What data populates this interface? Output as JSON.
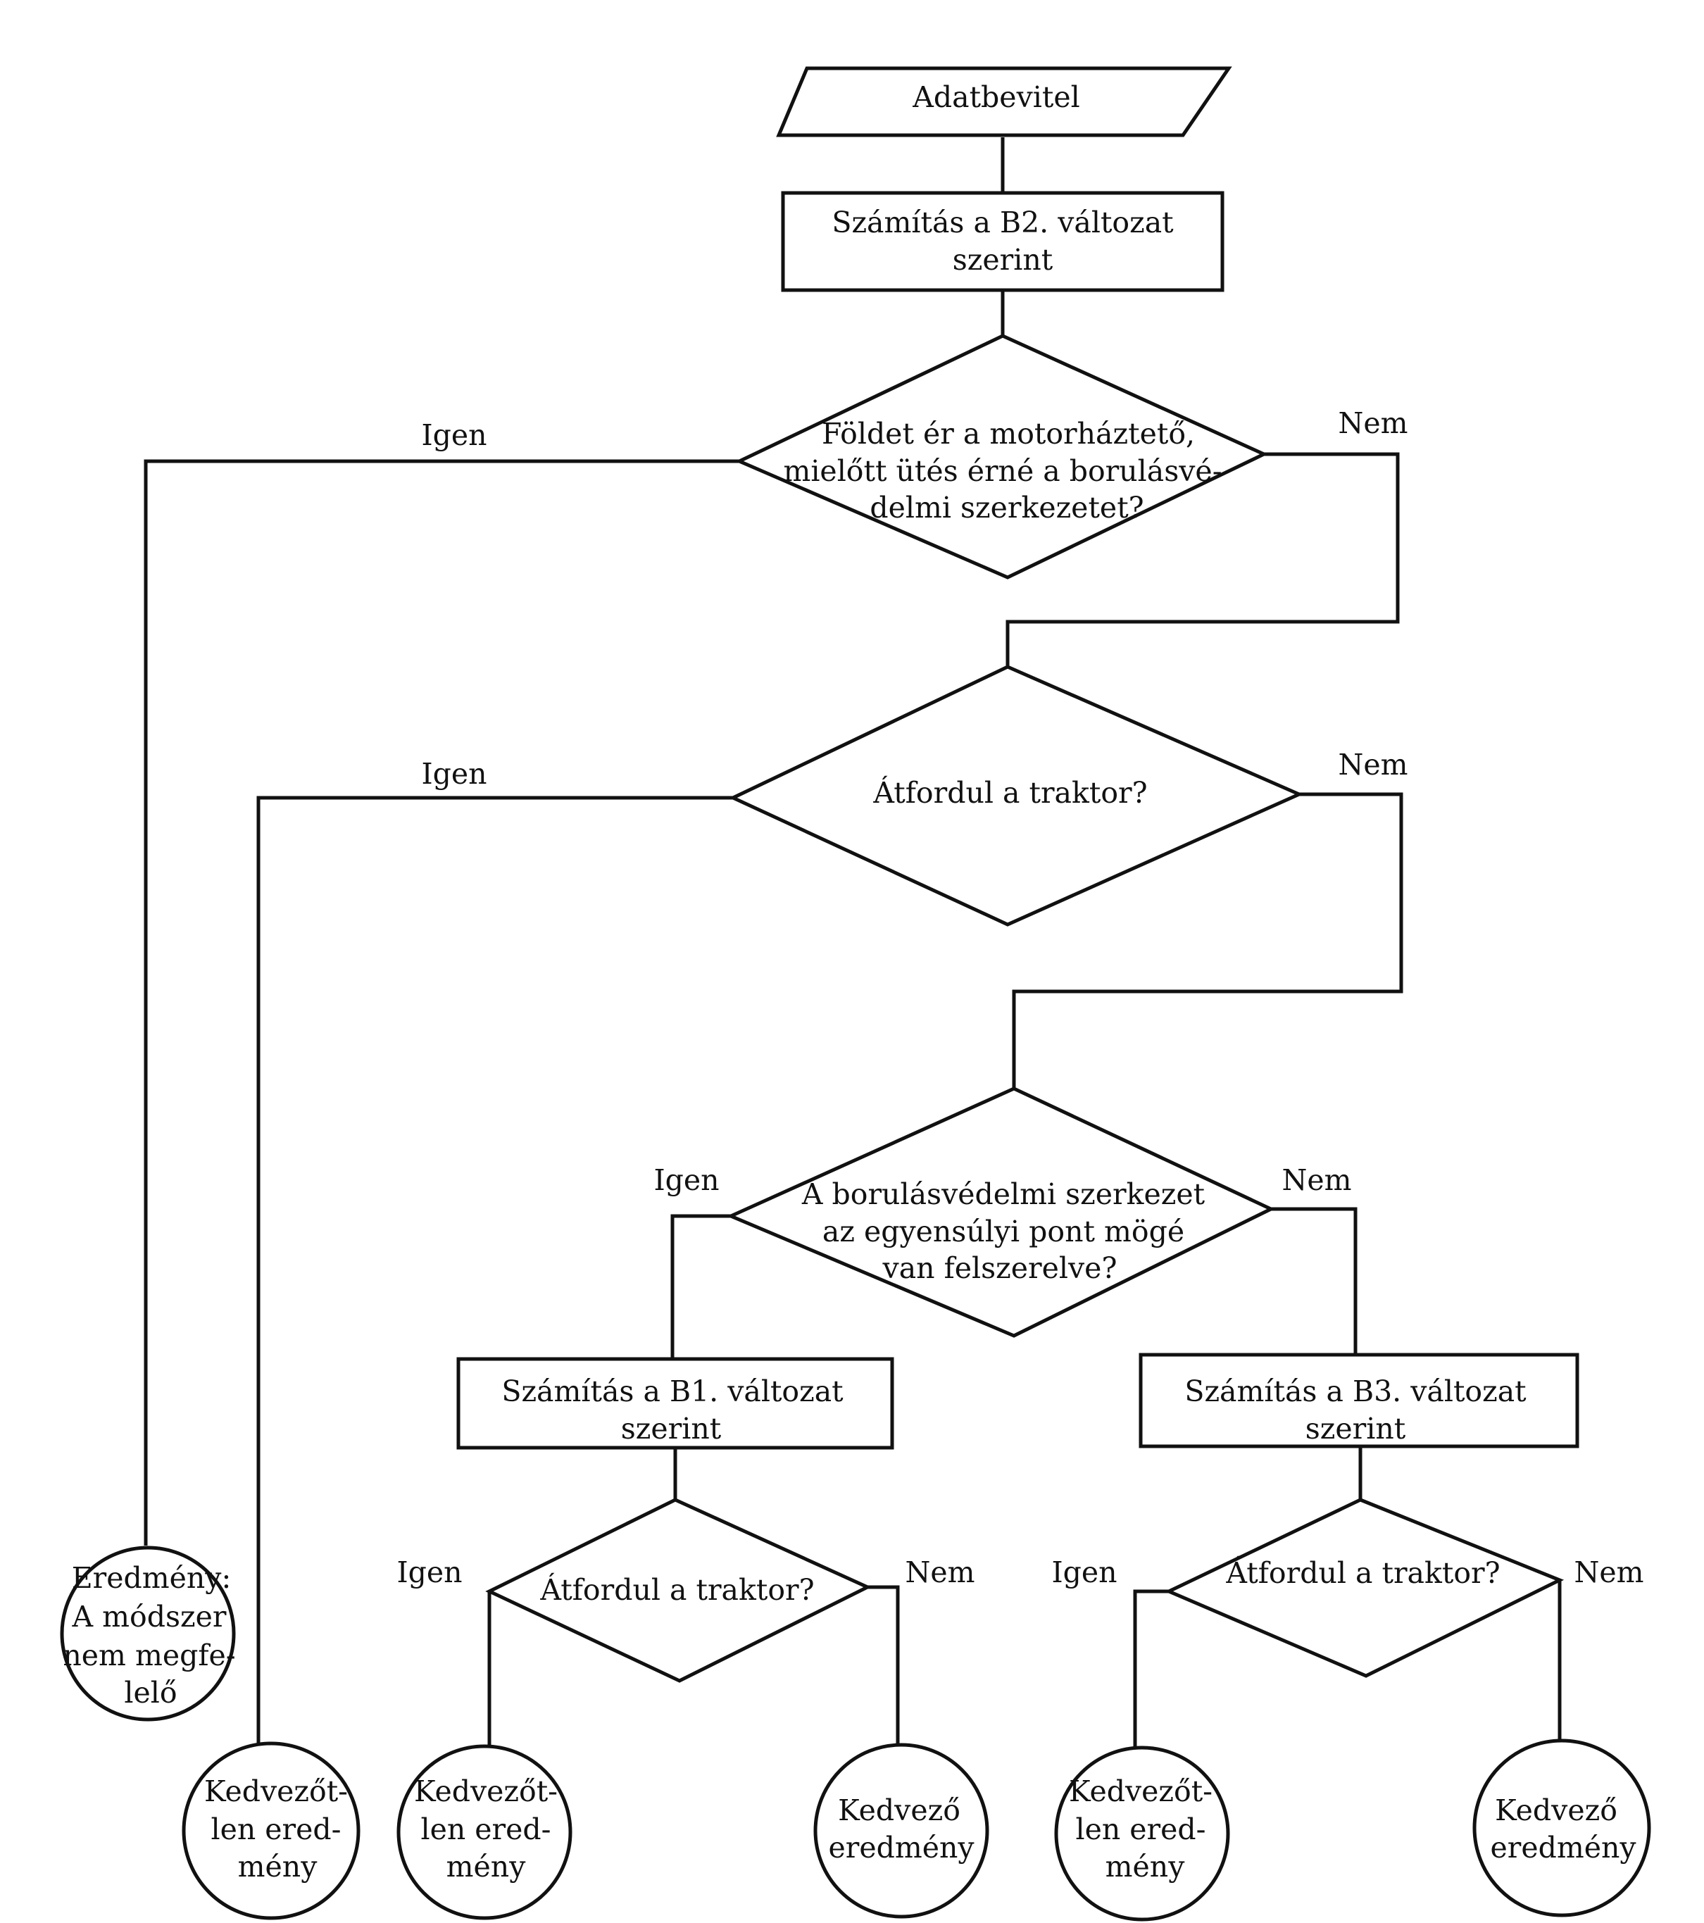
{
  "flowchart": {
    "input": "Adatbevitel",
    "calc_b2": [
      "Számítás a B2. változat",
      "szerint"
    ],
    "decision_hood": [
      "Földet ér a motorháztető,",
      "mielőtt ütés érné a borulásvé-",
      "delmi szerkezetet?"
    ],
    "decision_overturn_1": "Átfordul a traktor?",
    "decision_rollbar": [
      "A borulásvédelmi szerkezet",
      "az egyensúlyi pont mögé",
      "van felszerelve?"
    ],
    "calc_b1": [
      "Számítás a B1. változat",
      "szerint"
    ],
    "calc_b3": [
      "Számítás a B3. változat",
      "szerint"
    ],
    "decision_overturn_b1": "Átfordul a traktor?",
    "decision_overturn_b3": "Átfordul a traktor?",
    "result_method": [
      "Eredmény:",
      "A módszer",
      "nem megfe-",
      "lelő"
    ],
    "result_unfavorable": [
      "Kedvezőt-",
      "len ered-",
      "mény"
    ],
    "result_favorable": [
      "Kedvező",
      "eredmény"
    ],
    "yes": "Igen",
    "no": "Nem"
  }
}
